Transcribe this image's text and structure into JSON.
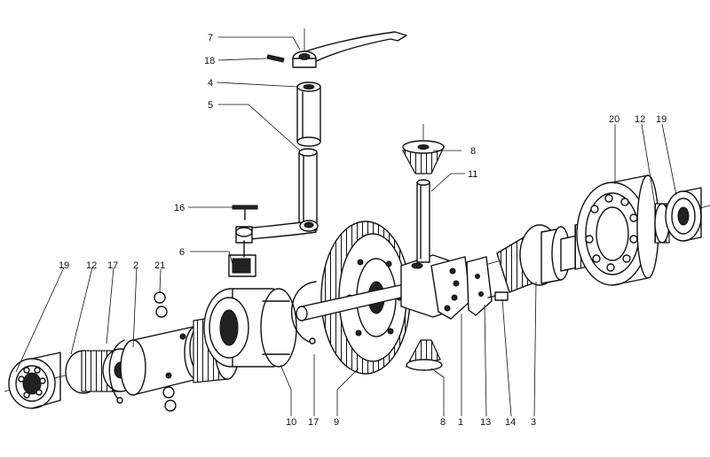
{
  "diagram": {
    "labels": {
      "l7": "7",
      "l18": "18",
      "l4": "4",
      "l5": "5",
      "l16": "16",
      "l6": "6",
      "l8_top": "8",
      "l11": "11",
      "l20": "20",
      "l12_right": "12",
      "l19_right": "19",
      "l19_left": "19",
      "l12_left": "12",
      "l17_left": "17",
      "l2": "2",
      "l21": "21",
      "l10": "10",
      "l17_bottom": "17",
      "l9": "9",
      "l8_bottom": "8",
      "l1": "1",
      "l13": "13",
      "l14": "14",
      "l3": "3"
    },
    "colors": {
      "ink": "#111111",
      "paper": "#ffffff"
    }
  }
}
